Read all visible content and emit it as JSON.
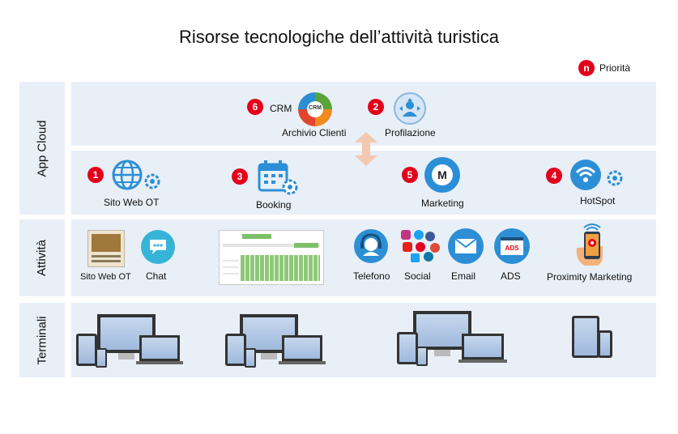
{
  "title": "Risorse tecnologiche dell’attività turistica",
  "legend": {
    "badge": "n",
    "label": "Priorità"
  },
  "rows": {
    "app_cloud": "App Cloud",
    "attivita": "Attività",
    "terminali": "Terminali"
  },
  "cloud": {
    "crm": {
      "number": "6",
      "label": "CRM",
      "sublabel": "Archivio Clienti",
      "logo": "CRM"
    },
    "profilazione": {
      "number": "2",
      "label": "Profilazione"
    }
  },
  "apps": [
    {
      "number": "1",
      "label": "Sito Web OT",
      "icon": "globe-gear-icon"
    },
    {
      "number": "3",
      "label": "Booking",
      "icon": "calendar-gear-icon"
    },
    {
      "number": "5",
      "label": "Marketing",
      "icon": "marketing-gear-icon",
      "glyph": "M"
    },
    {
      "number": "4",
      "label": "HotSpot",
      "icon": "wifi-gear-icon"
    }
  ],
  "activities": {
    "sito_web": "Sito Web OT",
    "chat": "Chat",
    "telefono": "Telefono",
    "social": "Social",
    "email": "Email",
    "ads": "ADS",
    "ads_icon_text": "ADS",
    "proximity": "Proximity Marketing"
  },
  "colors": {
    "badge": "#e3001b",
    "band": "#e9eff7",
    "icon_blue": "#2c8fd6",
    "booking_green": "#8fc878"
  }
}
